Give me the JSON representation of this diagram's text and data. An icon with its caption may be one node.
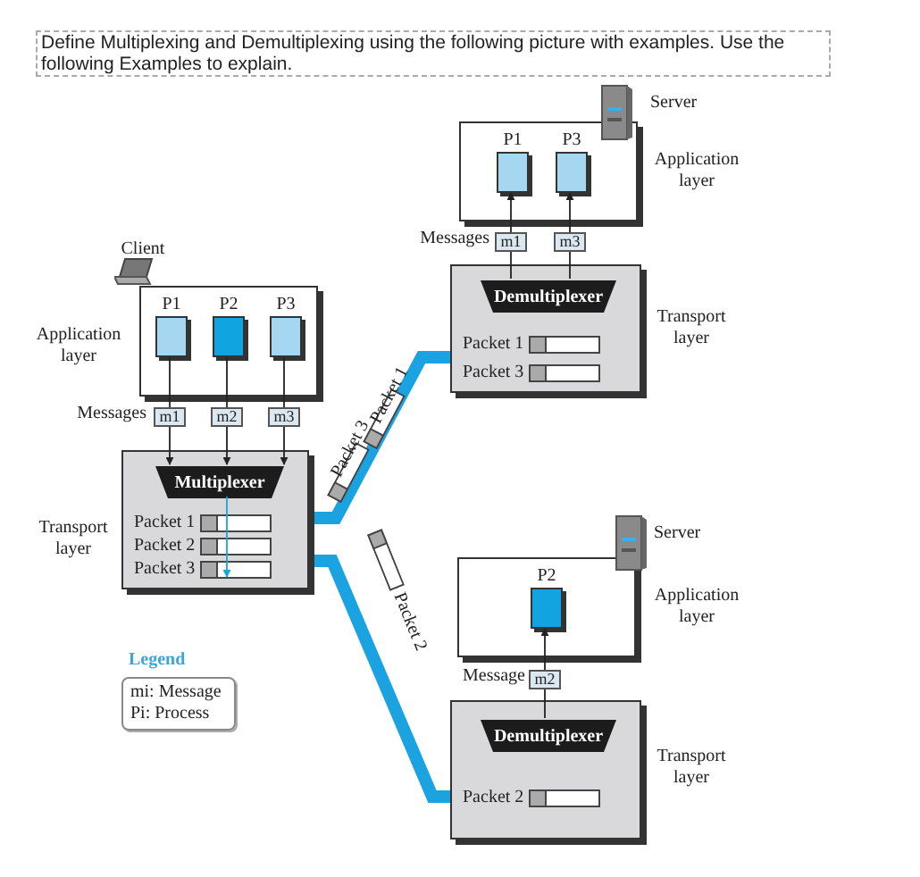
{
  "diagram": {
    "title": "Define Multiplexing and Demultiplexing using the following picture with examples. Use the following Examples to explain.",
    "nodes": [
      {
        "text": [],
        "shape": "box"
      },
      {
        "text": [
          "P1"
        ],
        "in": 0
      },
      {
        "text": [
          "P2"
        ],
        "in": 0
      },
      {
        "text": [
          "P3"
        ],
        "in": 0
      },
      {
        "text": [
          "m1"
        ]
      },
      {
        "text": [
          "m2"
        ]
      },
      {
        "text": [
          "m3"
        ]
      },
      {
        "text": [],
        "shape": "box"
      },
      {
        "text": [
          "Multiplexer"
        ],
        "in": 7
      },
      {
        "text": [
          "Packet 1"
        ],
        "in": 7
      },
      {
        "text": [
          "Packet 2"
        ],
        "in": 7
      },
      {
        "text": [
          "Packet 3"
        ],
        "in": 7
      },
      {
        "text": [],
        "shape": "box"
      },
      {
        "text": [
          "P1"
        ],
        "in": 12
      },
      {
        "text": [
          "P3"
        ],
        "in": 12
      },
      {
        "text": [
          "m1"
        ]
      },
      {
        "text": [
          "m3"
        ]
      },
      {
        "text": [],
        "shape": "box"
      },
      {
        "text": [
          "Demultiplexer"
        ],
        "in": 17
      },
      {
        "text": [
          "Packet 1"
        ],
        "in": 17
      },
      {
        "text": [
          "Packet 3"
        ],
        "in": 17
      },
      {
        "text": [],
        "shape": "box"
      },
      {
        "text": [
          "P2"
        ],
        "in": 21
      },
      {
        "text": [
          "m2"
        ]
      },
      {
        "text": [],
        "shape": "box"
      },
      {
        "text": [
          "Demultiplexer"
        ],
        "in": 24
      },
      {
        "text": [
          "Packet 2"
        ],
        "in": 24
      }
    ],
    "edges": [
      {
        "from": 1,
        "to": 4,
        "arrow": "none"
      },
      {
        "from": 4,
        "to": 8,
        "arrow": "to"
      },
      {
        "from": 2,
        "to": 5,
        "arrow": "none"
      },
      {
        "from": 5,
        "to": 8,
        "arrow": "to"
      },
      {
        "from": 3,
        "to": 6,
        "arrow": "none"
      },
      {
        "from": 6,
        "to": 8,
        "arrow": "to"
      },
      {
        "from": 7,
        "to": 17,
        "arrow": "none",
        "style": "thick",
        "color": "#1aa3e0"
      },
      {
        "from": 7,
        "to": 24,
        "arrow": "none",
        "style": "thick",
        "color": "#1aa3e0"
      },
      {
        "from": 18,
        "to": 15,
        "arrow": "none"
      },
      {
        "from": 15,
        "to": 13,
        "arrow": "to"
      },
      {
        "from": 18,
        "to": 16,
        "arrow": "none"
      },
      {
        "from": 16,
        "to": 14,
        "arrow": "to"
      },
      {
        "from": 25,
        "to": 23,
        "arrow": "none"
      },
      {
        "from": 23,
        "to": 22,
        "arrow": "to"
      },
      {
        "from": 8,
        "to": 11,
        "arrow": "to",
        "color": "#1aa3e0"
      }
    ],
    "labels": [
      "Client",
      "Application layer",
      "Messages",
      "Transport layer",
      "Server",
      "Application layer",
      "Messages",
      "Transport layer",
      "Packet 3",
      "Packet 1",
      "Server",
      "Application layer",
      "Message",
      "Transport layer",
      "Packet 2",
      "Legend"
    ],
    "legend": [
      {
        "text": "mi: Message"
      },
      {
        "text": "Pi: Process"
      }
    ]
  }
}
